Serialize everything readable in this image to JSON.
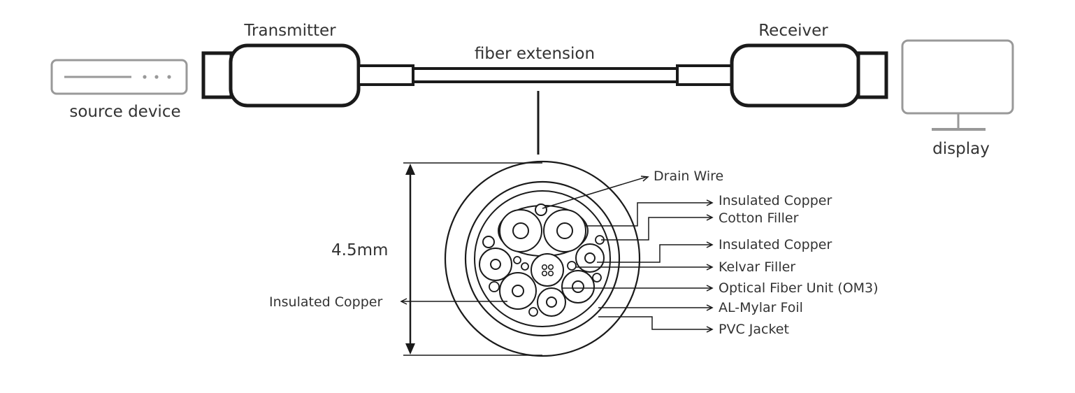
{
  "labels": {
    "transmitter": "Transmitter",
    "receiver": "Receiver",
    "fiber_extension": "fiber extension",
    "source_device": "source device",
    "display": "display",
    "diameter": "4.5mm",
    "left_callout": "Insulated Copper"
  },
  "callouts": [
    {
      "id": "drain-wire",
      "text": "Drain Wire"
    },
    {
      "id": "insulated-copper-1",
      "text": "Insulated Copper"
    },
    {
      "id": "cotton-filler",
      "text": "Cotton Filler"
    },
    {
      "id": "insulated-copper-2",
      "text": "Insulated Copper"
    },
    {
      "id": "kelvar-filler",
      "text": "Kelvar Filler"
    },
    {
      "id": "optical-fiber-unit",
      "text": "Optical Fiber Unit (OM3)"
    },
    {
      "id": "al-mylar-foil",
      "text": "AL-Mylar Foil"
    },
    {
      "id": "pvc-jacket",
      "text": "PVC Jacket"
    }
  ],
  "colors": {
    "line": "#1a1a1a",
    "device_outline": "#999999",
    "text": "#333333"
  }
}
